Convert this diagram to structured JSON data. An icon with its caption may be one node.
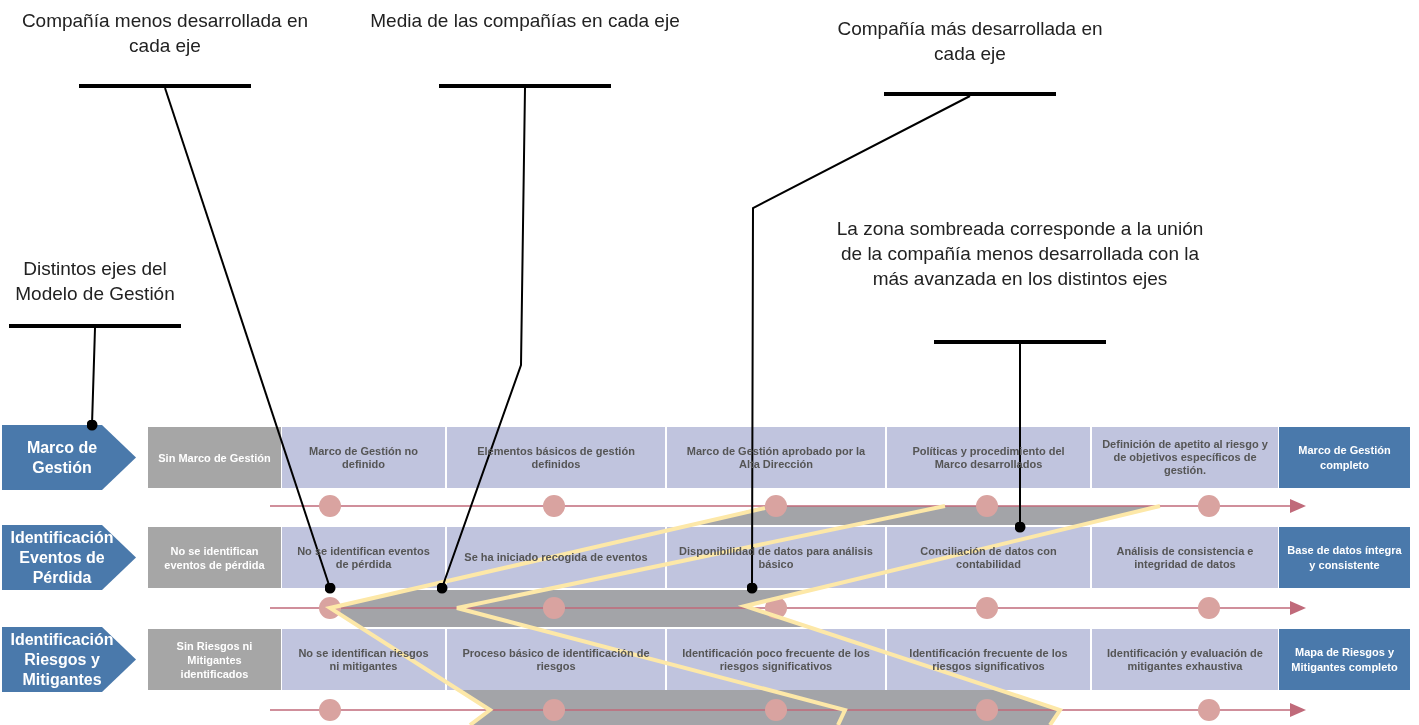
{
  "diagram": {
    "nodes": [
      {
        "text": [
          "Compañía menos desarrollada en cada eje"
        ]
      },
      {
        "text": [
          "Media de las compañías en cada eje"
        ]
      },
      {
        "text": [
          "Compañía más desarrollada en cada eje"
        ]
      },
      {
        "text": [
          "La zona sombreada corresponde a la unión de la compañía menos desarrollada con la más avanzada en los distintos ejes"
        ]
      },
      {
        "text": [
          "Distintos ejes del Modelo de Gestión"
        ]
      },
      {
        "text": [
          "Marco de Gestión"
        ]
      },
      {
        "text": [
          "Sin Marco de Gestión"
        ]
      },
      {
        "text": [
          "Marco de Gestión no definido"
        ]
      },
      {
        "text": [
          "Elementos básicos de gestión definidos"
        ]
      },
      {
        "text": [
          "Marco de Gestión aprobado por la Alta Dirección"
        ]
      },
      {
        "text": [
          "Políticas y procedimiento del Marco desarrollados"
        ]
      },
      {
        "text": [
          "Definición de apetito al riesgo y de objetivos específicos de gestión."
        ]
      },
      {
        "text": [
          "Marco de Gestión completo"
        ]
      },
      {
        "text": [
          "Identificación Eventos de Pérdida"
        ]
      },
      {
        "text": [
          "No se identifican eventos de pérdida"
        ]
      },
      {
        "text": [
          "No se identifican eventos de pérdida"
        ]
      },
      {
        "text": [
          "Se ha iniciado recogida de eventos"
        ]
      },
      {
        "text": [
          "Disponibilidad de datos para análisis básico"
        ]
      },
      {
        "text": [
          "Conciliación de datos con contabilidad"
        ]
      },
      {
        "text": [
          "Análisis de consistencia e integridad de datos"
        ]
      },
      {
        "text": [
          "Base de datos íntegra y consistente"
        ]
      },
      {
        "text": [
          "Identificación Riesgos y Mitigantes"
        ]
      },
      {
        "text": [
          "Sin Riesgos ni Mitigantes identificados"
        ]
      },
      {
        "text": [
          "No se identifican riesgos ni mitigantes"
        ]
      },
      {
        "text": [
          "Proceso básico de identificación de riesgos"
        ]
      },
      {
        "text": [
          "Identificación poco frecuente de los riesgos significativos"
        ]
      },
      {
        "text": [
          "Identificación frecuente de los riesgos significativos"
        ]
      },
      {
        "text": [
          "Identificación y evaluación de mitigantes exhaustiva"
        ]
      },
      {
        "text": [
          "Mapa de Riesgos y Mitigantes completo"
        ]
      }
    ],
    "edges": [
      {
        "from": 0,
        "to": 15,
        "arrow": "other"
      },
      {
        "from": 1,
        "to": 15,
        "arrow": "other"
      },
      {
        "from": 2,
        "to": 17,
        "arrow": "other"
      },
      {
        "from": 3,
        "to": 18,
        "arrow": "other"
      },
      {
        "from": 4,
        "to": 5,
        "arrow": "other"
      }
    ]
  }
}
